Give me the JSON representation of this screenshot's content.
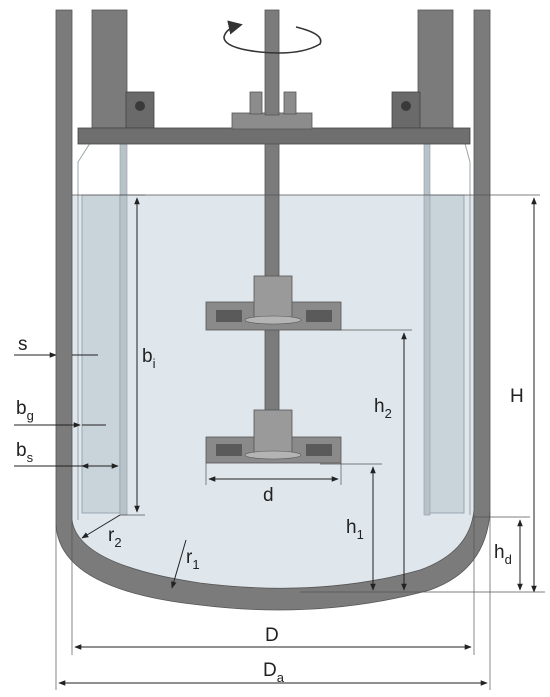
{
  "rotation_icon": "rotate-arrow-icon",
  "colors": {
    "metal": "#7b7b7b",
    "metal_dark": "#5e5e5e",
    "metal_light": "#9a9a9a",
    "liquid": "#dfe6ec",
    "baffle": "#c9d3da",
    "line": "#222222"
  },
  "labels": {
    "s": {
      "main": "s",
      "sub": ""
    },
    "bi": {
      "main": "b",
      "sub": "i"
    },
    "bg": {
      "main": "b",
      "sub": "g"
    },
    "bs": {
      "main": "b",
      "sub": "s"
    },
    "r2": {
      "main": "r",
      "sub": "2"
    },
    "r1": {
      "main": "r",
      "sub": "1"
    },
    "d": {
      "main": "d",
      "sub": ""
    },
    "h1": {
      "main": "h",
      "sub": "1"
    },
    "h2": {
      "main": "h",
      "sub": "2"
    },
    "H": {
      "main": "H",
      "sub": ""
    },
    "hd": {
      "main": "h",
      "sub": "d"
    },
    "D": {
      "main": "D",
      "sub": ""
    },
    "Da": {
      "main": "D",
      "sub": "a"
    }
  }
}
